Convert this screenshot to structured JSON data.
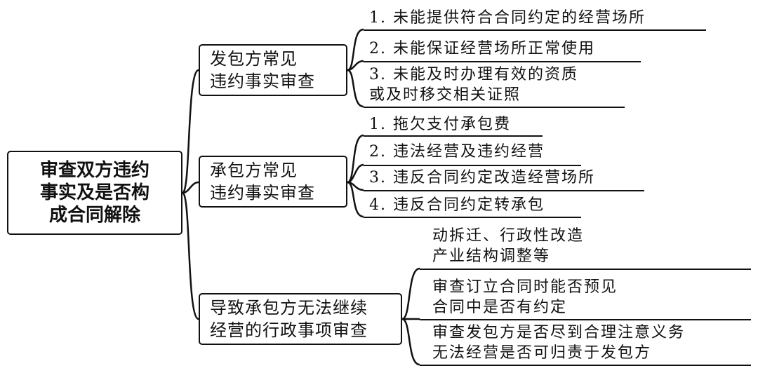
{
  "root": "审查双方违约\n事实及是否构\n成合同解除",
  "branches": [
    {
      "label": "发包方常见\n违约事实审查",
      "items": [
        "1. 未能提供符合合同约定的经营场所",
        "2. 未能保证经营场所正常使用",
        "3. 未能及时办理有效的资质\n或及时移交相关证照"
      ]
    },
    {
      "label": "承包方常见\n违约事实审查",
      "items": [
        "1. 拖欠支付承包费",
        "2. 违法经营及违约经营",
        "3. 违反合同约定改造经营场所",
        "4. 违反合同约定转承包"
      ]
    },
    {
      "label": "导致承包方无法继续\n经营的行政事项审查",
      "items": [
        "动拆迁、行政性改造\n产业结构调整等",
        "审查订立合同时能否预见\n合同中是否有约定",
        "审查发包方是否尽到合理注意义务\n无法经营是否可归责于发包方"
      ]
    }
  ]
}
